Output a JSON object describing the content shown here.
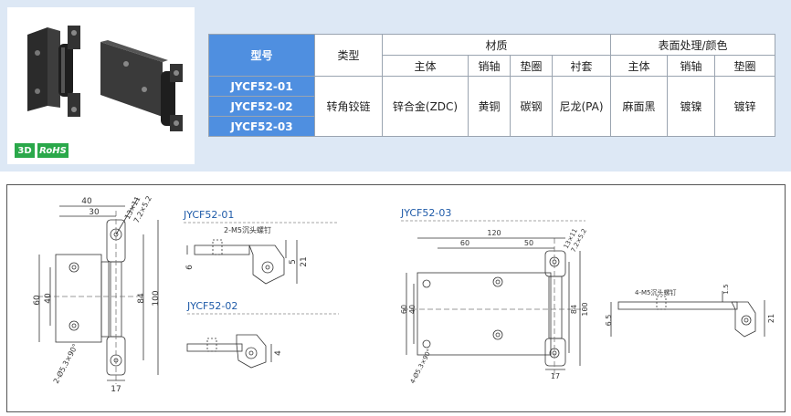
{
  "badges": {
    "three_d": "3D",
    "rohs": "RoHS"
  },
  "table": {
    "model_header": "型号",
    "type_header": "类型",
    "material_header": "材质",
    "surface_header": "表面处理/颜色",
    "material_cols": [
      "主体",
      "销轴",
      "垫圈",
      "衬套"
    ],
    "surface_cols": [
      "主体",
      "销轴",
      "垫圈"
    ],
    "models": [
      "JYCF52-01",
      "JYCF52-02",
      "JYCF52-03"
    ],
    "type_value": "转角铰链",
    "material_values": [
      "锌合金(ZDC)",
      "黄铜",
      "碳钢",
      "尼龙(PA)"
    ],
    "surface_values": [
      "麻面黑",
      "镀镍",
      "镀锌"
    ]
  },
  "drawing": {
    "labels": {
      "jycf52_01": "JYCF52-01",
      "jycf52_02": "JYCF52-02",
      "jycf52_03": "JYCF52-03",
      "screw_note_01": "2-M5沉头螺钉",
      "screw_note_03": "4-M5沉头螺钉",
      "hole_note_left": "2-Ø5.3×90°",
      "hole_note_right": "4-Ø5.3×90°",
      "slot_note": "13×11",
      "slot_note2": "7.2×5.2"
    },
    "dims_left": {
      "d40": "40",
      "d30": "30",
      "d60": "60",
      "d40v": "40",
      "d84": "84",
      "d100": "100",
      "d17": "17"
    },
    "dims_side01": {
      "d6": "6",
      "d5": "5",
      "d21": "21"
    },
    "dims_side02": {
      "d4": "4"
    },
    "dims_right": {
      "d120": "120",
      "d60": "60",
      "d50": "50",
      "d60v": "60",
      "d40v": "40",
      "d84": "84",
      "d100": "100",
      "d17": "17"
    },
    "dims_side03": {
      "d1_5": "1.5",
      "d6_5": "6.5",
      "d21": "21"
    }
  }
}
